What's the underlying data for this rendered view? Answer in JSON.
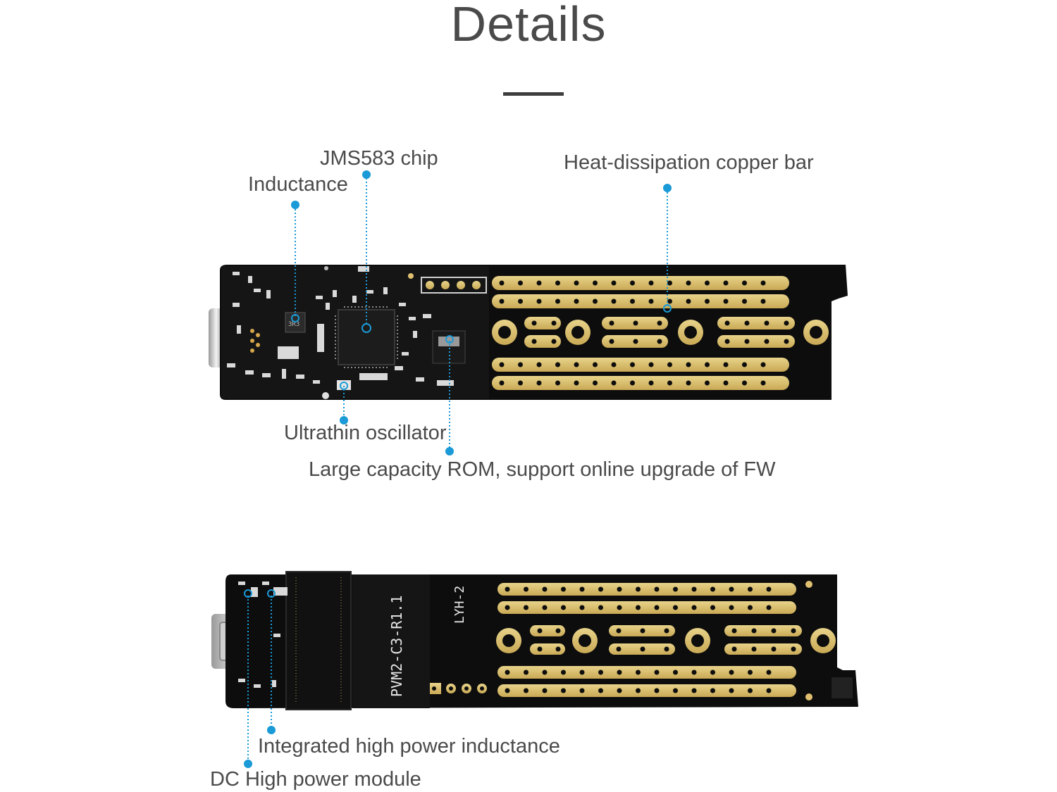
{
  "page": {
    "title": "Details"
  },
  "board_top": {
    "callouts": {
      "jms583": "JMS583 chip",
      "inductance": "Inductance",
      "copper_bar": "Heat-dissipation copper bar",
      "oscillator": "Ultrathin oscillator",
      "rom": "Large capacity ROM, support online upgrade of FW"
    },
    "silkscreen": {
      "chip_mark": "3R3"
    }
  },
  "board_bottom": {
    "callouts": {
      "inductance": "Integrated high power inductance",
      "dc_module": "DC High power module"
    },
    "silkscreen": {
      "model": "PVM2-C3-R1.1",
      "lyh": "LYH-2"
    }
  },
  "colors": {
    "callout_blue": "#1a9ad6",
    "pcb_black": "#0d0d0d",
    "gold": "#d8bf6c",
    "text": "#4a4a4a"
  }
}
